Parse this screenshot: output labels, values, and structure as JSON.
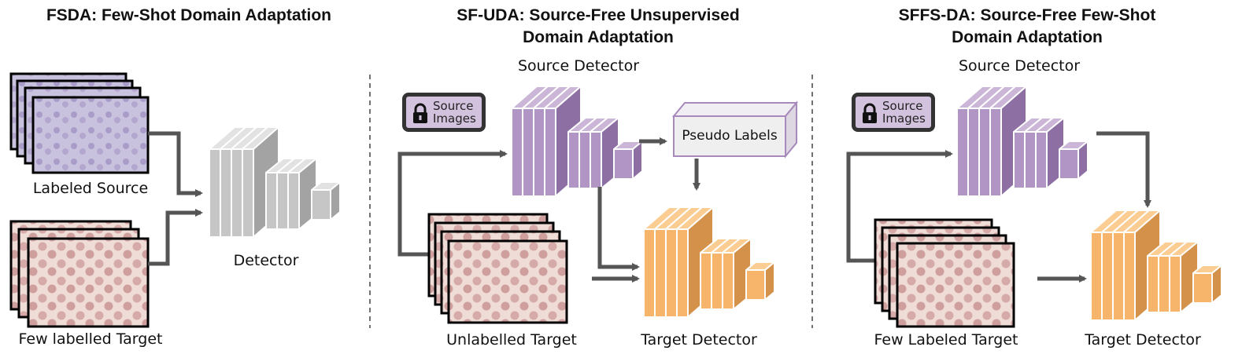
{
  "panels": [
    {
      "title_lines": [
        "FSDA: Few-Shot Domain Adaptation"
      ],
      "labels": {
        "source_images": "Labeled Source",
        "target_images": "Few labelled Target",
        "model": "Detector"
      }
    },
    {
      "title_lines": [
        "SF-UDA: Source-Free Unsupervised",
        "Domain Adaptation"
      ],
      "labels": {
        "source_model": "Source Detector",
        "pseudo": "Pseudo Labels",
        "target_images": "Unlabelled Target",
        "target_model": "Target Detector"
      },
      "lockbox_lines": [
        "Source",
        "Images"
      ]
    },
    {
      "title_lines": [
        "SFFS-DA: Source-Free Few-Shot",
        "Domain Adaptation"
      ],
      "labels": {
        "source_model": "Source Detector",
        "target_images": "Few Labeled Target",
        "target_model": "Target Detector"
      },
      "lockbox_lines": [
        "Source",
        "Images"
      ]
    }
  ],
  "colors": {
    "gray_front": "#c6c6c6",
    "gray_side": "#a3a3a3",
    "gray_top": "#e2e2e2",
    "purple_front": "#b195c4",
    "purple_side": "#8d6fa3",
    "purple_top": "#cbb6d8",
    "orange_front": "#f6b56a",
    "orange_side": "#d4914a",
    "orange_top": "#fbcd93",
    "arrow": "#555555",
    "lock_bg": "#d3c2dd",
    "source_bg": "#c7bedc",
    "target_bg": "#ecd7d0"
  },
  "icons": [
    "lock-icon"
  ]
}
